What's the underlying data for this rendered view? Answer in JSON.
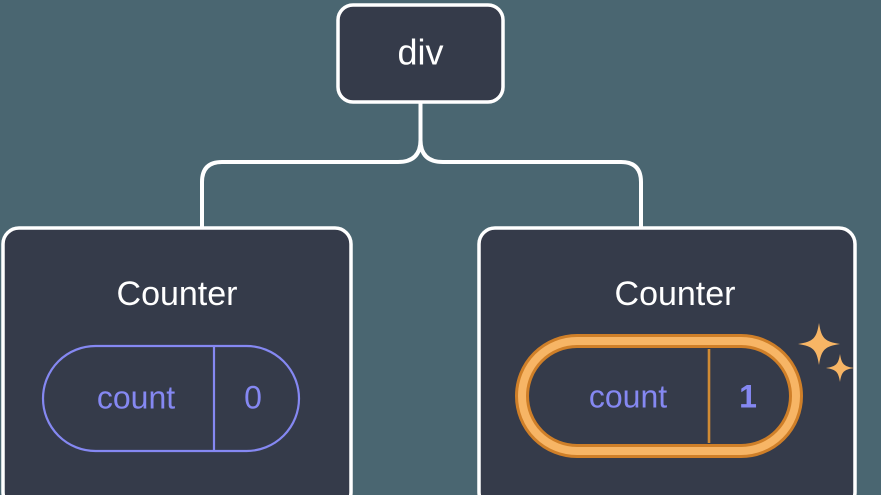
{
  "diagram": {
    "type": "component-tree",
    "title_text_root": "div",
    "colors": {
      "background": "#4a6671",
      "node_fill": "#353b4a",
      "node_border": "#ffffff",
      "connector": "#ffffff",
      "state_accent": "#8588f2",
      "highlight_outer": "#cf7f28",
      "highlight_inner": "#f7b565",
      "sparkle": "#f7b565",
      "label_text": "#ffffff"
    },
    "root": {
      "label": "div"
    },
    "children": [
      {
        "id": "counter-left",
        "title": "Counter",
        "state": {
          "key": "count",
          "value": "0"
        },
        "highlighted": false,
        "sparkles": false
      },
      {
        "id": "counter-right",
        "title": "Counter",
        "state": {
          "key": "count",
          "value": "1"
        },
        "highlighted": true,
        "sparkles": true,
        "sparkle_icons": [
          "sparkle-large-icon",
          "sparkle-small-icon"
        ]
      }
    ]
  }
}
